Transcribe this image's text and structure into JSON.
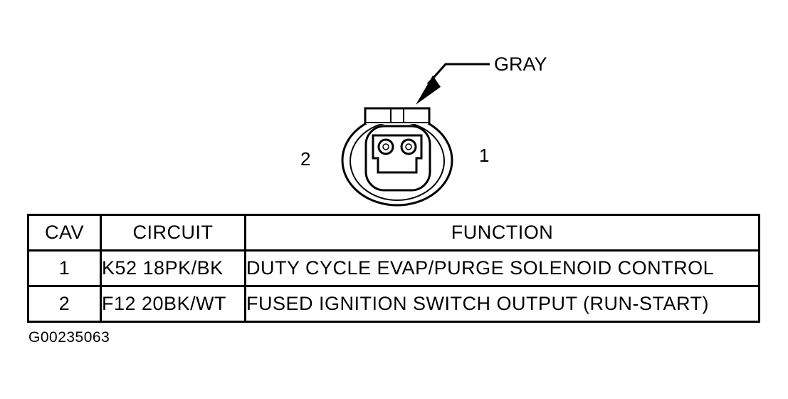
{
  "connector": {
    "color_label": "GRAY",
    "pin_left": "2",
    "pin_right": "1"
  },
  "table": {
    "headers": [
      "CAV",
      "CIRCUIT",
      "FUNCTION"
    ],
    "rows": [
      {
        "cav": "1",
        "circuit": "K52 18PK/BK",
        "function": "DUTY CYCLE EVAP/PURGE SOLENOID CONTROL"
      },
      {
        "cav": "2",
        "circuit": "F12 20BK/WT",
        "function": "FUSED IGNITION SWITCH OUTPUT (RUN-START)"
      }
    ]
  },
  "figure_id": "G00235063"
}
